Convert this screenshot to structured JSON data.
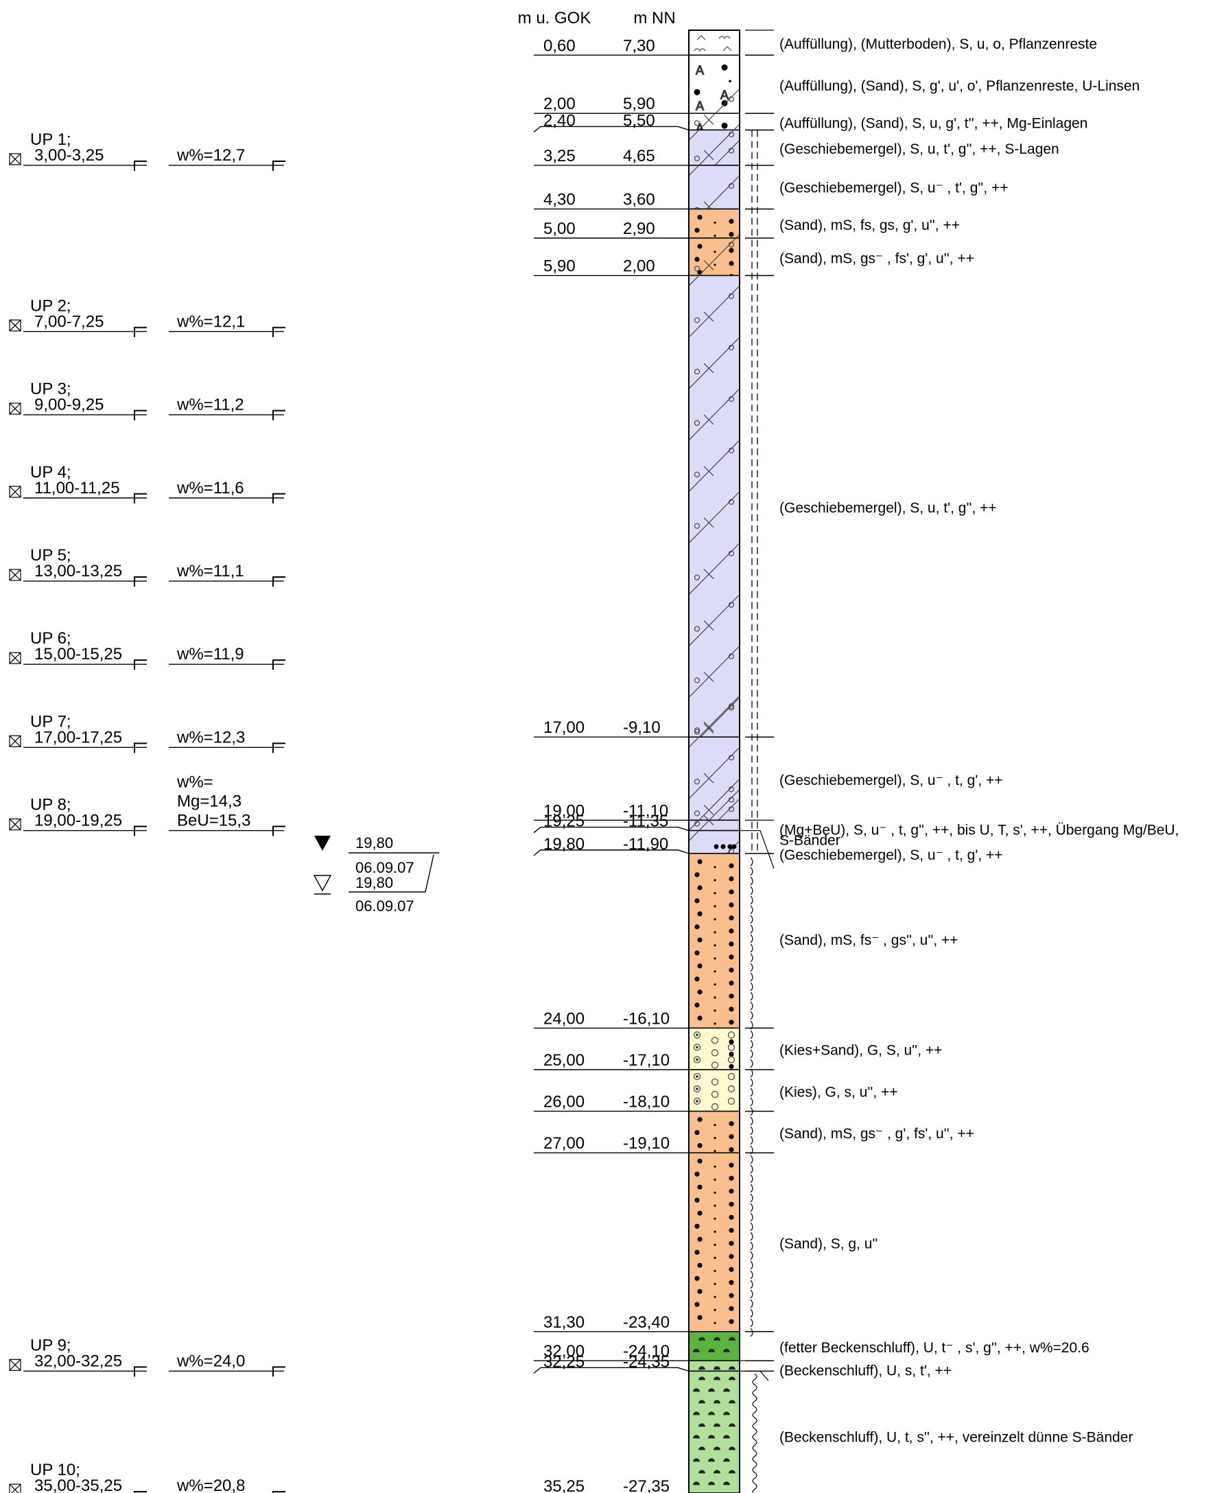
{
  "header": {
    "depth_col": "m u. GOK",
    "nn_col": "m NN"
  },
  "colors": {
    "sand": "#f9c08e",
    "mergel": "#dcdcf8",
    "kies": "#fdfbcf",
    "fetter_schluff": "#5cb43c",
    "beckenschluff": "#b2df9c",
    "fill": "#ffffff"
  },
  "layers": [
    {
      "top": 0.0,
      "bottom": 0.6,
      "pattern": "mutterboden",
      "fill": "fill"
    },
    {
      "top": 0.6,
      "bottom": 2.0,
      "pattern": "fill-sand",
      "fill": "fill"
    },
    {
      "top": 2.0,
      "bottom": 2.4,
      "pattern": "fill-sand",
      "fill": "fill"
    },
    {
      "top": 2.4,
      "bottom": 3.25,
      "pattern": "mergel",
      "fill": "mergel"
    },
    {
      "top": 3.25,
      "bottom": 4.3,
      "pattern": "mergel",
      "fill": "mergel"
    },
    {
      "top": 4.3,
      "bottom": 5.0,
      "pattern": "sand",
      "fill": "sand"
    },
    {
      "top": 5.0,
      "bottom": 5.9,
      "pattern": "sand",
      "fill": "sand"
    },
    {
      "top": 5.9,
      "bottom": 17.0,
      "pattern": "mergel",
      "fill": "mergel"
    },
    {
      "top": 17.0,
      "bottom": 19.0,
      "pattern": "mergel",
      "fill": "mergel"
    },
    {
      "top": 19.0,
      "bottom": 19.25,
      "pattern": "mergel",
      "fill": "mergel"
    },
    {
      "top": 19.25,
      "bottom": 19.8,
      "pattern": "mgbeu",
      "fill": "mergel"
    },
    {
      "top": 19.8,
      "bottom": 24.0,
      "pattern": "sand",
      "fill": "sand"
    },
    {
      "top": 24.0,
      "bottom": 25.0,
      "pattern": "kies-sand",
      "fill": "kies"
    },
    {
      "top": 25.0,
      "bottom": 26.0,
      "pattern": "kies",
      "fill": "kies"
    },
    {
      "top": 26.0,
      "bottom": 27.0,
      "pattern": "sand",
      "fill": "sand"
    },
    {
      "top": 27.0,
      "bottom": 31.3,
      "pattern": "sand",
      "fill": "sand"
    },
    {
      "top": 31.3,
      "bottom": 32.0,
      "pattern": "schluff",
      "fill": "fetter_schluff"
    },
    {
      "top": 32.0,
      "bottom": 32.25,
      "pattern": "schluff",
      "fill": "beckenschluff"
    },
    {
      "top": 32.25,
      "bottom": 35.5,
      "pattern": "schluff",
      "fill": "beckenschluff"
    }
  ],
  "depth_labels": [
    {
      "depth": 0.6,
      "gok": "0,60",
      "nn": "7,30"
    },
    {
      "depth": 2.0,
      "gok": "2,00",
      "nn": "5,90"
    },
    {
      "depth": 2.4,
      "gok": "2,40",
      "nn": "5,50",
      "offset": true
    },
    {
      "depth": 3.25,
      "gok": "3,25",
      "nn": "4,65"
    },
    {
      "depth": 4.3,
      "gok": "4,30",
      "nn": "3,60"
    },
    {
      "depth": 5.0,
      "gok": "5,00",
      "nn": "2,90"
    },
    {
      "depth": 5.9,
      "gok": "5,90",
      "nn": "2,00"
    },
    {
      "depth": 17.0,
      "gok": "17,00",
      "nn": "-9,10"
    },
    {
      "depth": 19.0,
      "gok": "19,00",
      "nn": "-11,10"
    },
    {
      "depth": 19.25,
      "gok": "19,25",
      "nn": "-11,35",
      "offset": true
    },
    {
      "depth": 19.8,
      "gok": "19,80",
      "nn": "-11,90",
      "offset": true
    },
    {
      "depth": 24.0,
      "gok": "24,00",
      "nn": "-16,10"
    },
    {
      "depth": 25.0,
      "gok": "25,00",
      "nn": "-17,10"
    },
    {
      "depth": 26.0,
      "gok": "26,00",
      "nn": "-18,10"
    },
    {
      "depth": 27.0,
      "gok": "27,00",
      "nn": "-19,10"
    },
    {
      "depth": 31.3,
      "gok": "31,30",
      "nn": "-23,40"
    },
    {
      "depth": 32.0,
      "gok": "32,00",
      "nn": "-24,10"
    },
    {
      "depth": 32.25,
      "gok": "32,25",
      "nn": "-24,35",
      "offset": true
    },
    {
      "depth": 35.25,
      "gok": "35,25",
      "nn": "-27,35"
    }
  ],
  "descriptions": [
    {
      "depth": 0.3,
      "text": "(Auffüllung), (Mutterboden), S, u, o, Pflanzenreste"
    },
    {
      "depth": 1.3,
      "text": "(Auffüllung), (Sand), S, g', u', o', Pflanzenreste, U-Linsen"
    },
    {
      "depth": 2.2,
      "text": "(Auffüllung), (Sand), S, u, g', t'', ++, Mg-Einlagen"
    },
    {
      "depth": 2.82,
      "text": "(Geschiebemergel), S, u, t', g'', ++, S-Lagen"
    },
    {
      "depth": 3.75,
      "text": "(Geschiebemergel), S, u⁻ , t', g'', ++"
    },
    {
      "depth": 4.65,
      "text": "(Sand), mS, fs, gs, g', u'', ++"
    },
    {
      "depth": 5.45,
      "text": "(Sand), mS, gs⁻ , fs', g', u'', ++"
    },
    {
      "depth": 11.45,
      "text": "(Geschiebemergel), S, u, t', g'', ++"
    },
    {
      "depth": 18.0,
      "text": "(Geschiebemergel), S, u⁻ , t, g', ++"
    },
    {
      "depth": 19.2,
      "text": "(Mg+BeU), S, u⁻ , t, g'', ++, bis U, T, s', ++, Übergang Mg/BeU,"
    },
    {
      "depth": 19.45,
      "text": "S-Bänder"
    },
    {
      "depth": 19.8,
      "text": "(Geschiebemergel), S, u⁻ , t, g', ++"
    },
    {
      "depth": 21.85,
      "text": "(Sand), mS, fs⁻ , gs'', u'', ++"
    },
    {
      "depth": 24.5,
      "text": "(Kies+Sand), G, S, u'', ++"
    },
    {
      "depth": 25.5,
      "text": "(Kies), G, s, u'', ++"
    },
    {
      "depth": 26.5,
      "text": "(Sand), mS, gs⁻ , g', fs', u'', ++"
    },
    {
      "depth": 29.15,
      "text": "(Sand), S, g, u''"
    },
    {
      "depth": 31.65,
      "text": "(fetter Beckenschluff), U, t⁻ , s', g'', ++, w%=20.6"
    },
    {
      "depth": 32.2,
      "text": "(Beckenschluff), U, s, t', ++"
    },
    {
      "depth": 33.8,
      "text": "(Beckenschluff), U, t, s'', ++, vereinzelt dünne S-Bänder"
    }
  ],
  "samples": [
    {
      "name": "UP 1;",
      "range": "3,00-3,25",
      "depth": 3.25,
      "w": [
        "w%=12,7"
      ]
    },
    {
      "name": "UP 2;",
      "range": "7,00-7,25",
      "depth": 7.25,
      "w": [
        "w%=12,1"
      ]
    },
    {
      "name": "UP 3;",
      "range": "9,00-9,25",
      "depth": 9.25,
      "w": [
        "w%=11,2"
      ]
    },
    {
      "name": "UP 4;",
      "range": "11,00-11,25",
      "depth": 11.25,
      "w": [
        "w%=11,6"
      ]
    },
    {
      "name": "UP 5;",
      "range": "13,00-13,25",
      "depth": 13.25,
      "w": [
        "w%=11,1"
      ]
    },
    {
      "name": "UP 6;",
      "range": "15,00-15,25",
      "depth": 15.25,
      "w": [
        "w%=11,9"
      ]
    },
    {
      "name": "UP 7;",
      "range": "17,00-17,25",
      "depth": 17.25,
      "w": [
        "w%=12,3"
      ]
    },
    {
      "name": "UP 8;",
      "range": "19,00-19,25",
      "depth": 19.25,
      "w": [
        "w%=",
        "Mg=14,3",
        "BeU=15,3"
      ]
    },
    {
      "name": "UP 9;",
      "range": "32,00-32,25",
      "depth": 32.25,
      "w": [
        "w%=24,0"
      ]
    },
    {
      "name": "UP 10;",
      "range": "35,00-35,25",
      "depth": 35.25,
      "w": [
        "w%=20,8"
      ]
    }
  ],
  "groundwater": [
    {
      "kind": "filled",
      "depth": "19,80",
      "date": "06.09.07"
    },
    {
      "kind": "open",
      "depth": "19,80",
      "date": "06.09.07"
    }
  ]
}
